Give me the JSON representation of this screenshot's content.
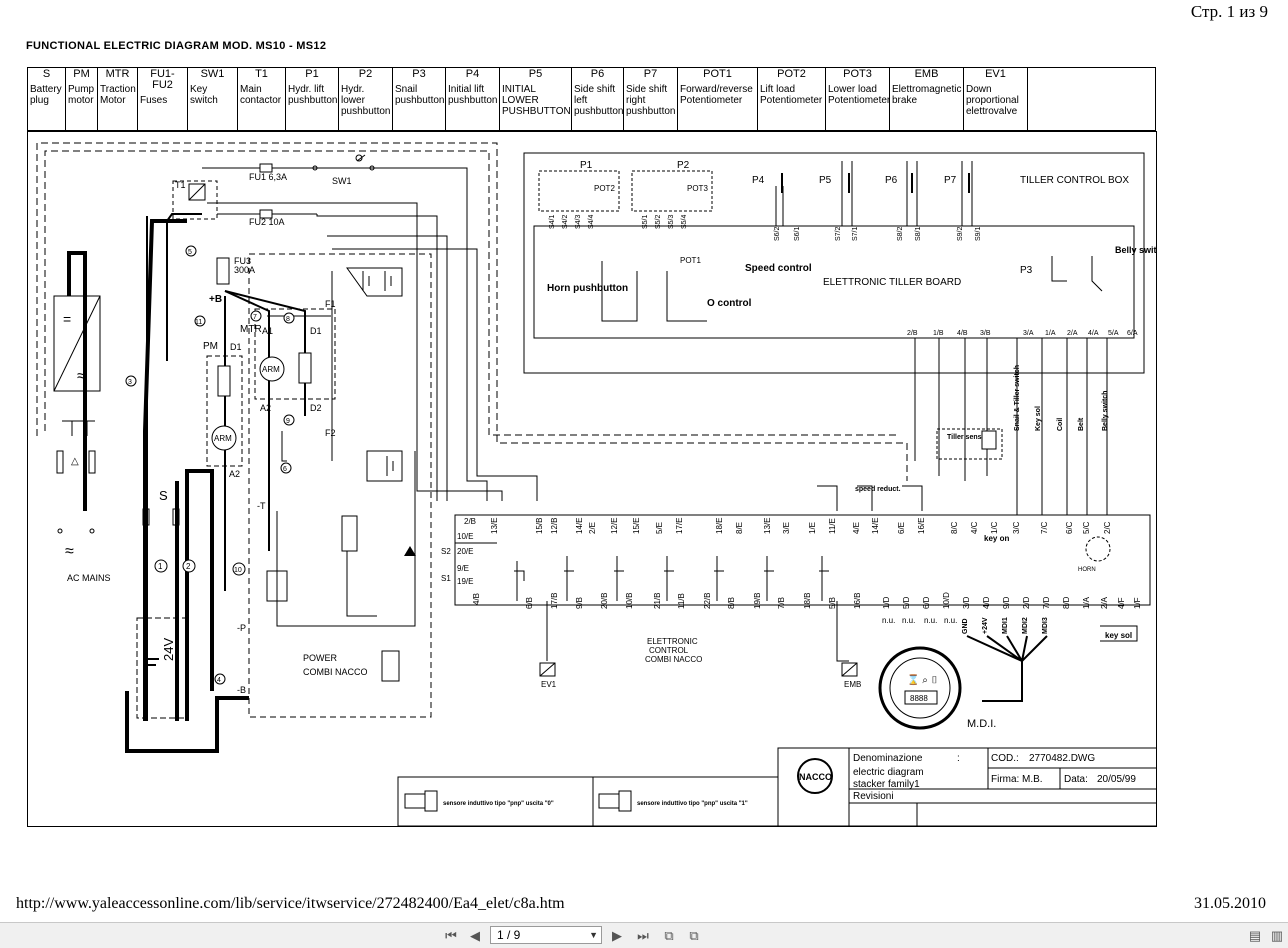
{
  "header": {
    "page_counter": "Стр. 1 из 9"
  },
  "title": "FUNCTIONAL ELECTRIC DIAGRAM MOD. MS10 - MS12",
  "legend": [
    {
      "code": "S",
      "desc": "Battery plug"
    },
    {
      "code": "PM",
      "desc": "Pump motor"
    },
    {
      "code": "MTR",
      "desc": "Traction Motor"
    },
    {
      "code": "FU1-FU2",
      "desc": "Fuses"
    },
    {
      "code": "SW1",
      "desc": "Key switch"
    },
    {
      "code": "T1",
      "desc": "Main contactor"
    },
    {
      "code": "P1",
      "desc": "Hydr. lift pushbutton"
    },
    {
      "code": "P2",
      "desc": "Hydr. lower pushbutton"
    },
    {
      "code": "P3",
      "desc": "Snail pushbutton"
    },
    {
      "code": "P4",
      "desc": "Initial lift pushbutton"
    },
    {
      "code": "P5",
      "desc": "INITIAL LOWER PUSHBUTTON"
    },
    {
      "code": "P6",
      "desc": "Side shift left pushbutton"
    },
    {
      "code": "P7",
      "desc": "Side shift right pushbutton"
    },
    {
      "code": "POT1",
      "desc": "Forward/reverse Potentiometer"
    },
    {
      "code": "POT2",
      "desc": "Lift load Potentiometer"
    },
    {
      "code": "POT3",
      "desc": "Lower load Potentiometer"
    },
    {
      "code": "EMB",
      "desc": "Elettromagnetic brake"
    },
    {
      "code": "EV1",
      "desc": "Down proportional elettrovalve"
    }
  ],
  "diagram": {
    "fu1": "FU1 6,3A",
    "fu2": "FU2 10A",
    "sw1": "SW1",
    "t1": "T1",
    "fu3": "FU3",
    "fu3_rating": "300A",
    "plus_b": "+B",
    "minus_b": "-B",
    "minus_t": "-T",
    "minus_p": "-P",
    "pm": "PM",
    "mtr": "MTR",
    "d1": "D1",
    "d2": "D2",
    "a1": "A1",
    "a2": "A2",
    "f1": "F1",
    "f2": "F2",
    "arm": "ARM",
    "s_plug": "S",
    "ac_mains": "AC MAINS",
    "battery_voltage": "24V",
    "power_combi_line1": "POWER",
    "power_combi_line2": "COMBI NACCO",
    "elettronic_control": [
      "ELETTRONIC",
      "CONTROL",
      "COMBI NACCO"
    ],
    "tiller_control_box": "TILLER CONTROL BOX",
    "elettronic_tiller_board": "ELETTRONIC TILLER BOARD",
    "horn_pushbutton": "Horn pushbutton",
    "speed_control": "Speed control",
    "o_control": "O control",
    "pot1": "POT1",
    "pot2": "POT2",
    "pot3": "POT3",
    "p1": "P1",
    "p2": "P2",
    "p3": "P3",
    "p4": "P4",
    "p5": "P5",
    "p6": "P6",
    "p7": "P7",
    "belly_switch": "Belly switch",
    "tiller_sensor": "Tiller sensor",
    "snail_tiller_switch": "Snail & Tiller switch",
    "key_sol": "Key sol",
    "coil": "Coil",
    "belt": "Belt",
    "belly_switch_v": "Belly switch",
    "key_on": "key on",
    "key_sol_bottom": "key sol",
    "horn": "HORN",
    "speed_reduct": "speed reduct.",
    "ev1": "EV1",
    "emb": "EMB",
    "mdi": "M.D.I.",
    "s2": "S2",
    "s1": "S1",
    "nu": "n.u.",
    "connector_top": [
      "13/E",
      "15/B",
      "12/B",
      "14/E",
      "2/E",
      "12/E",
      "15/E",
      "5/E",
      "17/E",
      "18/E",
      "8/E",
      "13/E",
      "3/E",
      "1/E",
      "11/E",
      "4/E",
      "14/E",
      "6/E",
      "16/E",
      "8/C",
      "4/C",
      "1/C",
      "3/C",
      "7/C",
      "6/C",
      "5/C",
      "2/C"
    ],
    "connector_left": [
      "2/B",
      "10/E",
      "20/E",
      "9/E",
      "19/E",
      "4/B"
    ],
    "connector_bottom": [
      "6/B",
      "17/B",
      "9/B",
      "20/B",
      "10/B",
      "21/B",
      "11/B",
      "22/B",
      "8/B",
      "19/B",
      "7/B",
      "18/B",
      "5/B",
      "16/B",
      "1/D",
      "5/D",
      "6/D",
      "10/D",
      "3/D",
      "4/D",
      "9/D",
      "2/D",
      "7/D",
      "8/D",
      "1/A",
      "2/A",
      "4/F",
      "1/F"
    ],
    "tiller_connectors": [
      "S4/1",
      "S4/2",
      "S4/3",
      "S4/4",
      "S5/1",
      "S5/2",
      "S5/3",
      "S5/4",
      "S6/2",
      "S6/1",
      "S7/2",
      "S7/1",
      "S8/2",
      "S8/1",
      "S9/2",
      "S9/1"
    ],
    "tiller_bottom_pins": [
      "2/B",
      "1/B",
      "4/B",
      "3/B",
      "3/A",
      "1/A",
      "2/A",
      "4/A",
      "5/A",
      "6/A"
    ],
    "mdi_labels": [
      "GND",
      "+24V",
      "MDI1",
      "MDI2",
      "MDI3"
    ],
    "pop_valve_1": "sensore induttivo tipo \"pnp\" uscita \"0\"",
    "pop_valve_2": "sensore induttivo tipo \"pnp\" uscita \"1\""
  },
  "title_block": {
    "company": "NACCO",
    "denominazione_label": "Denominazione",
    "denominazione_sep": ":",
    "denominazione_line1": "electric diagram",
    "denominazione_line2": "stacker family1",
    "cod_label": "COD.:",
    "cod_value": "2770482.DWG",
    "firma_label": "Firma:",
    "firma_value": "M.B.",
    "data_label": "Data:",
    "data_value": "20/05/99",
    "revisioni": "Revisioni"
  },
  "footer": {
    "url": "http://www.yaleaccessonline.com/lib/service/itwservice/272482400/Ea4_elet/c8a.htm",
    "date": "31.05.2010"
  },
  "viewer": {
    "page_value": "1 / 9",
    "icons": [
      "first-page-icon",
      "prev-page-icon",
      "next-page-icon",
      "last-page-icon",
      "fit-page-icon",
      "fit-width-icon",
      "single-page-icon",
      "continuous-page-icon"
    ]
  }
}
